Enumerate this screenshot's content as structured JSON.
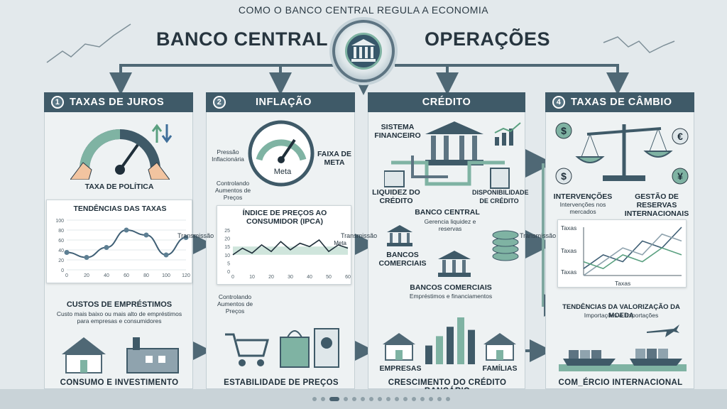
{
  "header": {
    "subtitle": "COMO O BANCO CENTRAL REGULA A ECONOMIA",
    "title_left": "BANCO CENTRAL",
    "title_right": "OPERAÇÕES"
  },
  "panels": {
    "p1": {
      "num": "1",
      "title": "TAXAS DE JUROS",
      "gauge_label": "TAXA DE POLÍTICA",
      "chart_title": "TENDÊNCIAS DAS TAXAS",
      "costs_title": "CUSTOS DE EMPRÉSTIMOS",
      "costs_desc": "Custo mais baixo ou mais alto de empréstimos para empresas e consumidores",
      "footer": "CONSUMO E INVESTIMENTO"
    },
    "p2": {
      "num": "2",
      "title": "INFLAÇÃO",
      "pressure": "Pressão Inflacionária",
      "target_band": "FAIXA DE META",
      "meta": "Meta",
      "controlling": "Controlando Aumentos de Preços",
      "chart_title": "ÍNDICE DE PREÇOS AO CONSUMIDOR (IPCA)",
      "chart_meta": "Meta",
      "controlling2": "Controlando Aumentos de Preços",
      "footer": "ESTABILIDADE DE PREÇOS"
    },
    "p3": {
      "title": "CRÉDITO",
      "system": "SISTEMA FINANCEIRO",
      "liquidity": "LIQUIDEZ DO CRÉDITO",
      "availability": "DISPONIBILIDADE DE CRÉDITO",
      "central_bank": "BANCO CENTRAL",
      "central_desc": "Gerencia liquidez e reservas",
      "commercial_banks": "BANCOS COMERCIAIS",
      "commercial_banks2": "BANCOS COMERCIAIS",
      "loans": "Empréstimos e financiamentos",
      "companies": "EMPRESAS",
      "families": "FAMÍLIAS",
      "footer": "CRESCIMENTO DO CRÉDITO BANCÁRIO"
    },
    "p4": {
      "num": "4",
      "title": "TAXAS DE CÂMBIO",
      "interventions": "INTERVENÇÕES",
      "interventions_desc": "Intervenções nos mercados",
      "reserves": "GESTÃO DE RESERVAS INTERNACIONAIS",
      "chart_y1": "Taxas",
      "chart_y2": "Taxas",
      "chart_y3": "Taxas",
      "chart_x": "Taxas",
      "trend_title": "TENDÊNCIAS DA VALORIZAÇÃO DA MOEDA",
      "trend_desc": "Importações & Exportações",
      "footer": "COM_ÉRCIO INTERNACIONAL"
    }
  },
  "arrows": {
    "t1": "Transmissão",
    "t2": "Transmissão",
    "t3": "Transmissão"
  },
  "icons": [
    "bank-icon",
    "gauge-icon",
    "trend-up-down-icon",
    "shopping-cart-icon",
    "house-icon",
    "factory-icon",
    "coin-stack-icon",
    "ship-icon",
    "plane-icon",
    "scale-icon",
    "dollar-icon",
    "euro-icon",
    "yen-icon"
  ],
  "colors": {
    "panel_header": "#3f5a68",
    "accent_green": "#7fb3a3",
    "background": "#e3e9ec",
    "line_blue": "#3f5f75"
  },
  "chart_data": [
    {
      "type": "line",
      "title": "TENDÊNCIAS DAS TAXAS",
      "x": [
        0,
        20,
        40,
        60,
        80,
        100,
        120
      ],
      "series": [
        {
          "values": [
            35,
            25,
            45,
            80,
            70,
            30,
            65
          ]
        }
      ],
      "xlim": [
        0,
        120
      ],
      "ylim": [
        0,
        100
      ],
      "yticks": [
        0,
        20,
        40,
        60,
        80,
        100
      ],
      "xticks": [
        0,
        20,
        40,
        60,
        80,
        100,
        120
      ]
    },
    {
      "type": "line",
      "title": "ÍNDICE DE PREÇOS AO CONSUMIDOR (IPCA)",
      "x": [
        0,
        5,
        10,
        15,
        20,
        25,
        30,
        35,
        40,
        45,
        50,
        55,
        60
      ],
      "series": [
        {
          "values": [
            10,
            14,
            11,
            16,
            12,
            18,
            13,
            17,
            15,
            19,
            12,
            16,
            14
          ]
        }
      ],
      "target_band": [
        10,
        15
      ],
      "xlim": [
        0,
        60
      ],
      "ylim": [
        0,
        25
      ],
      "yticks": [
        0,
        5,
        10,
        15,
        20,
        25
      ],
      "xticks": [
        0,
        10,
        20,
        30,
        40,
        50,
        60
      ]
    },
    {
      "type": "bar",
      "title": "",
      "values": [
        30,
        45,
        60,
        75,
        55
      ],
      "categories": [
        "",
        "",
        "",
        "",
        ""
      ]
    },
    {
      "type": "line",
      "title": "",
      "x": [
        0,
        1,
        2,
        3,
        4,
        5
      ],
      "series": [
        {
          "values": [
            2,
            4,
            3,
            6,
            5,
            8
          ]
        },
        {
          "values": [
            1,
            3,
            5,
            4,
            7,
            6
          ]
        },
        {
          "values": [
            3,
            2,
            4,
            3,
            5,
            4
          ]
        }
      ]
    }
  ]
}
